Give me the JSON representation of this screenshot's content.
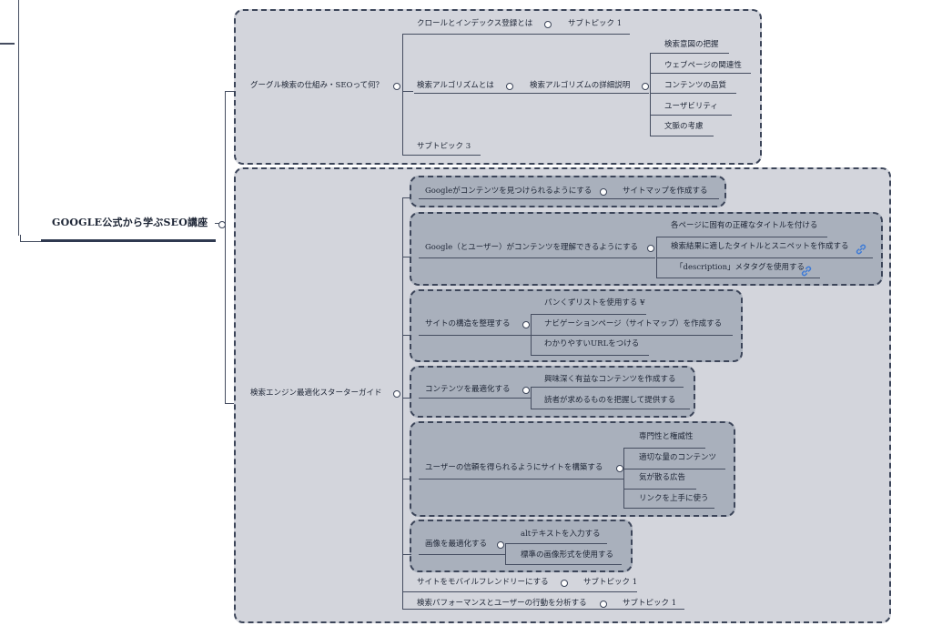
{
  "root": {
    "label": "GOOGLE公式から学ぶSEO講座"
  },
  "branches": [
    {
      "label": "グーグル検索の仕組み・SEOって何？",
      "children": [
        {
          "label": "クロールとインデックス登録とは",
          "sub": "サブトピック 1"
        },
        {
          "label": "検索アルゴリズムとは",
          "sub": "検索アルゴリズムの詳細説明",
          "items": [
            "検索意図の把握",
            "ウェブページの関連性",
            "コンテンツの品質",
            "ユーザビリティ",
            "文脈の考慮"
          ]
        },
        {
          "label": "サブトピック 3"
        }
      ]
    },
    {
      "label": "検索エンジン最適化スターターガイド",
      "children": [
        {
          "label": "Googleがコンテンツを見つけられるようにする",
          "sub": "サイトマップを作成する"
        },
        {
          "label": "Google（とユーザー）がコンテンツを理解できるようにする",
          "items": [
            "各ページに固有の正確なタイトルを付ける",
            "検索結果に適したタイトルとスニペットを作成する",
            "「description」メタタグを使用する"
          ],
          "link_icon": "link-icon"
        },
        {
          "label": "サイトの構造を整理する",
          "items": [
            "パンくずリストを使用する ¥",
            "ナビゲーションページ（サイトマップ）を作成する",
            "わかりやすいURLをつける"
          ]
        },
        {
          "label": "コンテンツを最適化する",
          "items": [
            "興味深く有益なコンテンツを作成する",
            "読者が求めるものを把握して提供する"
          ]
        },
        {
          "label": "ユーザーの信頼を得られるようにサイトを構築する",
          "items": [
            "専門性と権威性",
            "適切な量のコンテンツ",
            "気が散る広告",
            "リンクを上手に使う"
          ]
        },
        {
          "label": "画像を最適化する",
          "items": [
            "altテキストを入力する",
            "標準の画像形式を使用する"
          ]
        },
        {
          "label": "サイトをモバイルフレンドリーにする",
          "sub": "サブトピック 1"
        },
        {
          "label": "検索パフォーマンスとユーザーの行動を分析する",
          "sub": "サブトピック 1"
        }
      ]
    }
  ],
  "colors": {
    "outer_box": "#d3d5dc",
    "inner_box": "#a9b0bc",
    "line": "#454d60",
    "border": "#3c4559",
    "link": "#3f7bd6"
  }
}
